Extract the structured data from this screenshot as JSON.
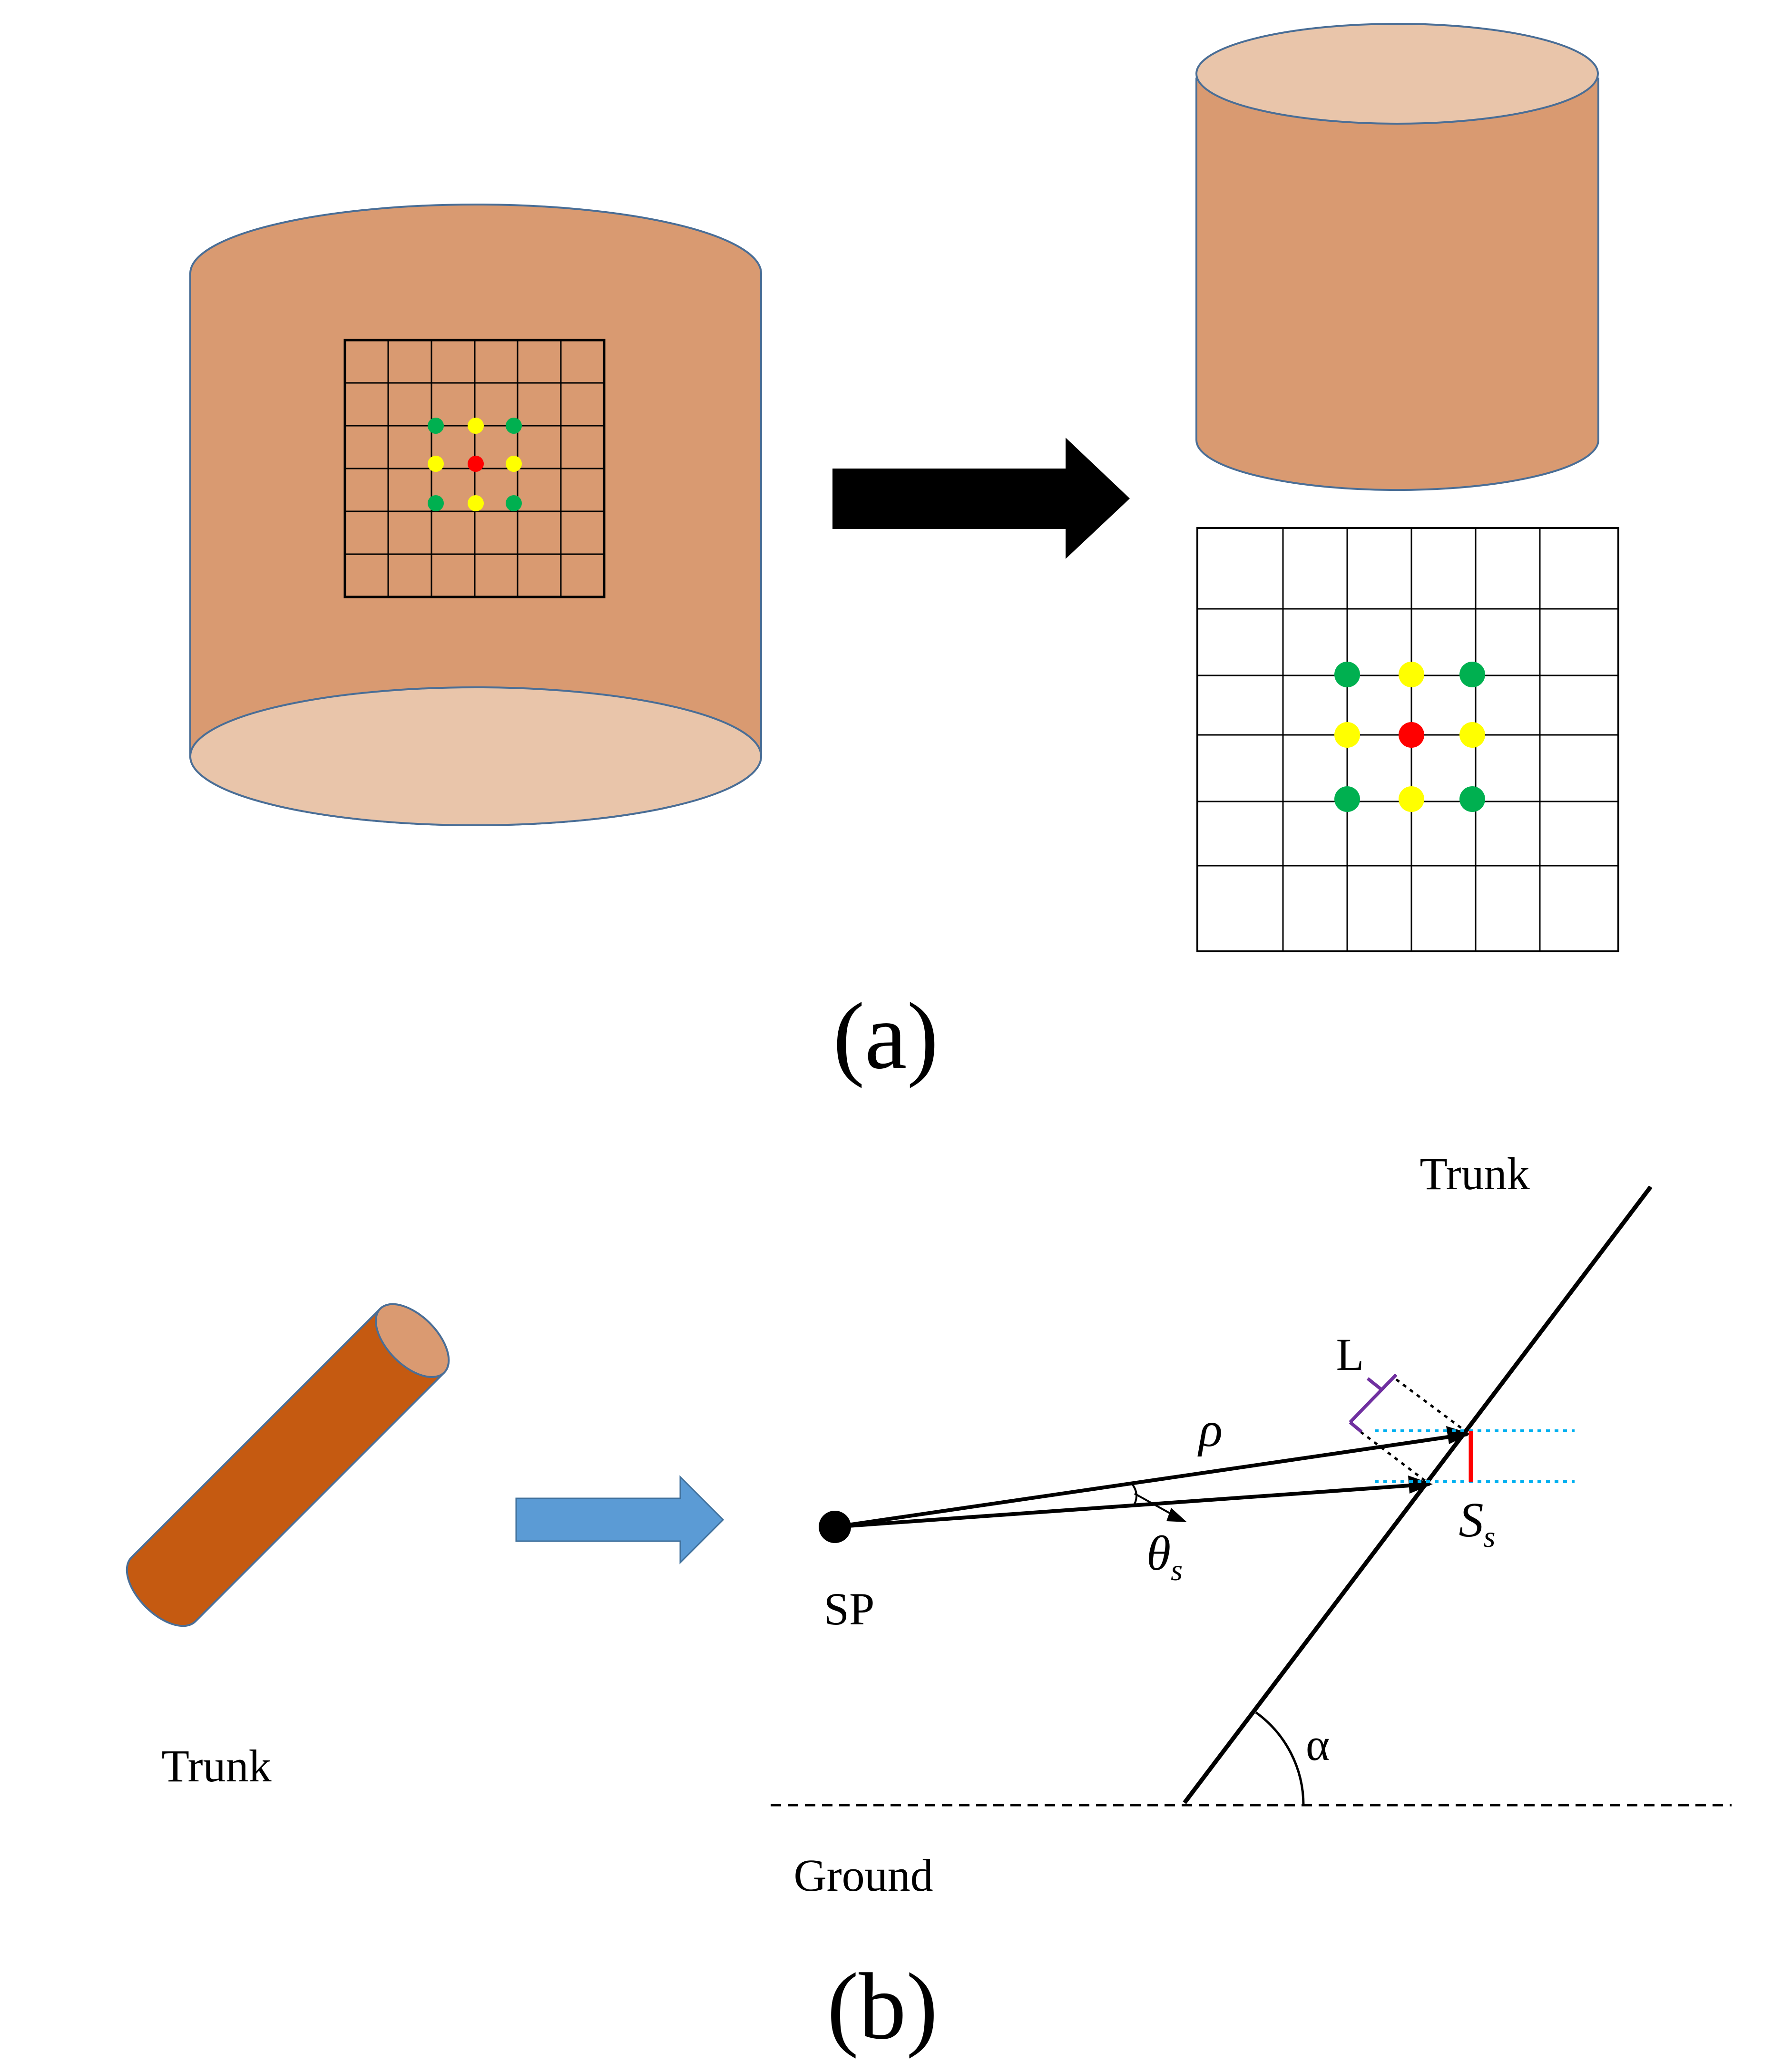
{
  "panel_a": {
    "label": "(a)",
    "grid_rows": 6,
    "grid_cols": 6
  },
  "panel_b": {
    "label": "(b)",
    "trunk_left_label": "Trunk",
    "trunk_right_label": "Trunk",
    "ground_label": "Ground",
    "sp_label": "SP",
    "rho": "ρ",
    "theta": "θ",
    "theta_sub": "s",
    "s_main": "S",
    "s_sub": "s",
    "L": "L",
    "alpha": "α"
  },
  "colors": {
    "cylinder_body": "#d99a71",
    "cylinder_cap": "#e9c5aa",
    "cylinder_edge": "#4a6e96",
    "center_dot": "#ff0000",
    "edge_neighbor_dot": "#ffff00",
    "corner_neighbor_dot": "#00b050",
    "trunk_tilted": "#c55a11",
    "trunk_tilted_cap": "#da9a71",
    "blue_arrow": "#5b9bd5",
    "scan_lines": "#00b0f0",
    "footprint_bar": "#ff0000",
    "L_bracket": "#7030a0"
  }
}
